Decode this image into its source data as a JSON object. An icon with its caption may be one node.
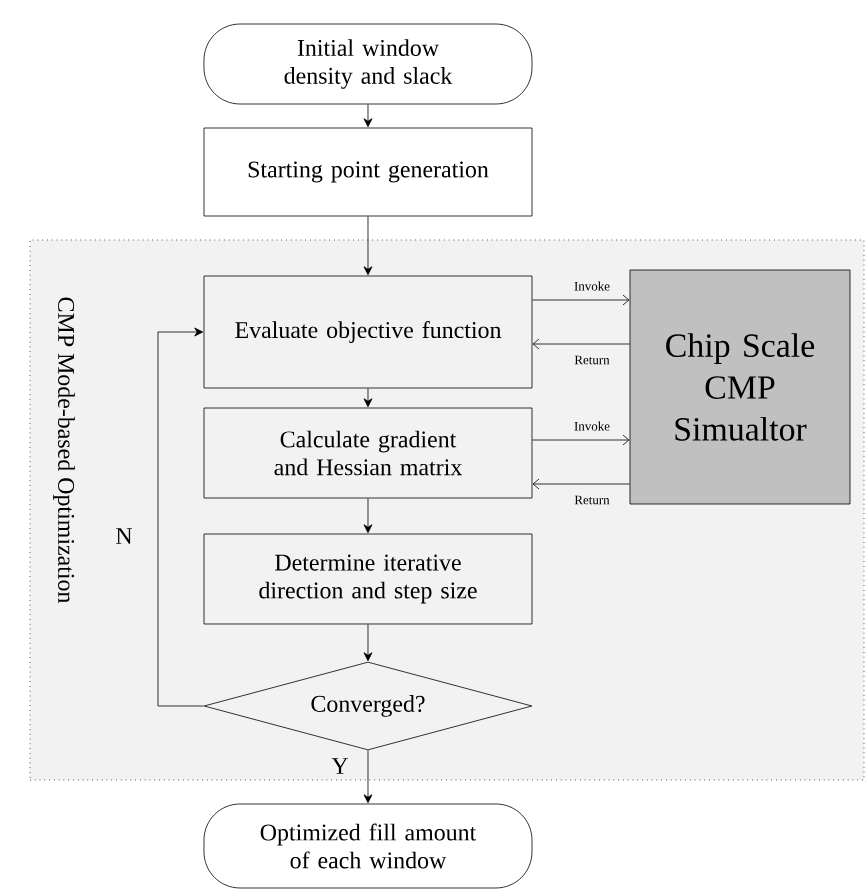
{
  "diagram": {
    "nodes": [
      {
        "text": [
          "Initial window density and slack"
        ]
      },
      {
        "text": [
          "Starting point generation"
        ]
      },
      {
        "text": [
          "CMP Mode-based Optimization"
        ]
      },
      {
        "text": [
          "Evaluate objective function"
        ],
        "in": 2
      },
      {
        "text": [
          "Calculate gradient and Hessian matrix"
        ],
        "in": 2
      },
      {
        "text": [
          "Determine iterative direction and step size"
        ],
        "in": 2
      },
      {
        "text": [
          "Converged?"
        ],
        "in": 2
      },
      {
        "text": [
          "Optimized fill amount of each window"
        ]
      },
      {
        "text": [
          "Chip Scale CMP Simualtor"
        ],
        "in": 2
      }
    ],
    "edges": [
      {
        "from": 0,
        "to": 1,
        "arrow": "to"
      },
      {
        "from": 1,
        "to": 3,
        "arrow": "to"
      },
      {
        "from": 3,
        "to": 4,
        "arrow": "to"
      },
      {
        "from": 4,
        "to": 5,
        "arrow": "to"
      },
      {
        "from": 5,
        "to": 6,
        "arrow": "to"
      },
      {
        "from": 6,
        "to": 7,
        "arrow": "to",
        "label": "Y"
      },
      {
        "from": 6,
        "to": 3,
        "arrow": "to",
        "label": "N"
      },
      {
        "from": 3,
        "to": 8,
        "arrow": "to",
        "label": "Invoke"
      },
      {
        "from": 8,
        "to": 3,
        "arrow": "to",
        "label": "Return"
      },
      {
        "from": 4,
        "to": 8,
        "arrow": "to",
        "label": "Invoke"
      },
      {
        "from": 8,
        "to": 4,
        "arrow": "to",
        "label": "Return"
      }
    ]
  }
}
